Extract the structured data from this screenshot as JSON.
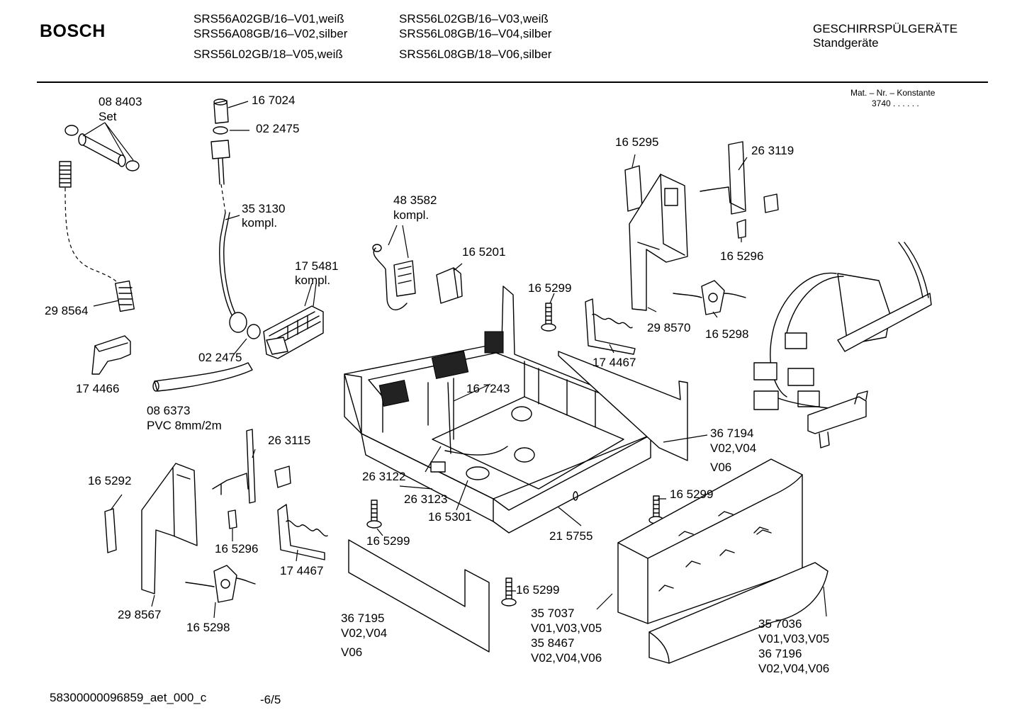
{
  "header": {
    "brand": "BOSCH",
    "models": [
      "SRS56A02GB/16–V01,weiß",
      "SRS56A08GB/16–V02,silber",
      "SRS56L02GB/18–V05,weiß",
      "SRS56L02GB/16–V03,weiß",
      "SRS56L08GB/16–V04,silber",
      "SRS56L08GB/18–V06,silber"
    ],
    "category": "GESCHIRRSPÜLGERÄTE",
    "subcategory": "Standgeräte",
    "mat_label": "Mat. – Nr. – Konstante",
    "mat_value": "3740  .  .  .  .  .  ."
  },
  "labels": [
    "08 8403",
    "Set",
    "16 7024",
    "02 2475",
    "35 3130",
    "kompl.",
    "48 3582",
    "kompl.",
    "16 5201",
    "16 5295",
    "26 3119",
    "16 5296",
    "17 5481",
    "kompl.",
    "29 8564",
    "02 2475",
    "16 5299",
    "29 8570",
    "16 5298",
    "17 4467",
    "17 4466",
    "08 6373",
    "PVC 8mm/2m",
    "16 7243",
    "36 7194",
    "V02,V04",
    "V06",
    "26 3115",
    "16 5292",
    "26 3122",
    "26 3123",
    "16 5301",
    "16 5299",
    "21 5755",
    "16 5296",
    "16 5299",
    "17 4467",
    "16 5299",
    "29 8567",
    "16 5298",
    "36 7195",
    "V02,V04",
    "V06",
    "35 7037",
    "V01,V03,V05",
    "35 8467",
    "V02,V04,V06",
    "35 7036",
    "V01,V03,V05",
    "36 7196",
    "V02,V04,V06"
  ],
  "footer": {
    "doc_id": "58300000096859_aet_000_c",
    "page": "-6/5"
  }
}
